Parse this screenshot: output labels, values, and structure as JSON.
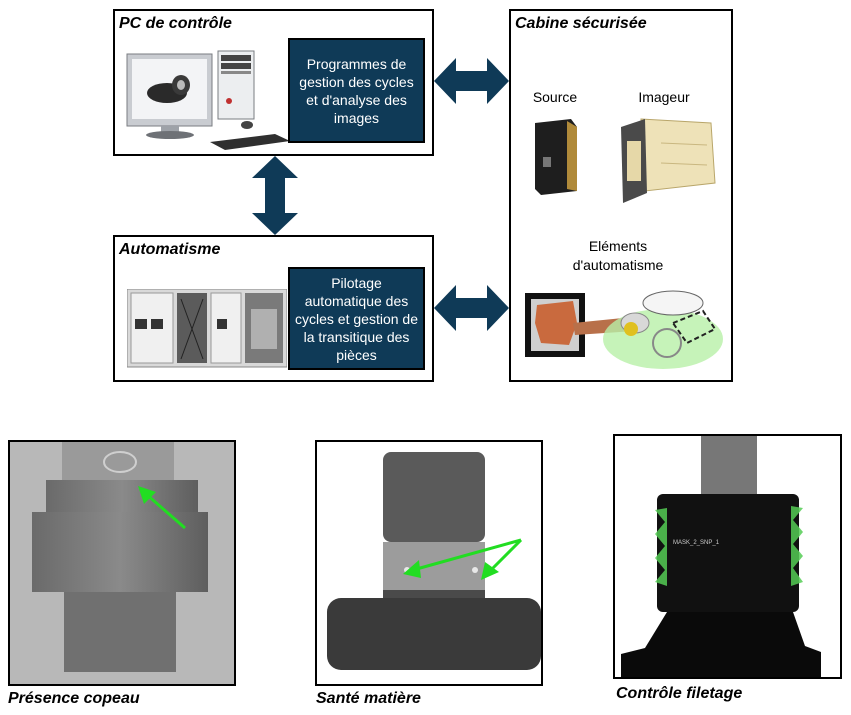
{
  "pc_box": {
    "title": "PC de contrôle",
    "software_label": "Programmes de gestion des cycles et d'analyse des images"
  },
  "automation_box": {
    "title": "Automatisme",
    "control_label": "Pilotage automatique des cycles et gestion de la transitique des pièces"
  },
  "cabin_box": {
    "title": "Cabine sécurisée",
    "source_label": "Source",
    "imager_label": "Imageur",
    "automation_elements_label": "Eléments d'automatisme"
  },
  "inspections": [
    {
      "caption": "Présence copeau"
    },
    {
      "caption": "Santé matière"
    },
    {
      "caption": "Contrôle filetage"
    }
  ],
  "thread_overlay_text": "MASK_2_SNP_1",
  "colors": {
    "navy": "#0f3a57",
    "arrow": "#0f3a57",
    "highlight_green": "#22dd22"
  }
}
